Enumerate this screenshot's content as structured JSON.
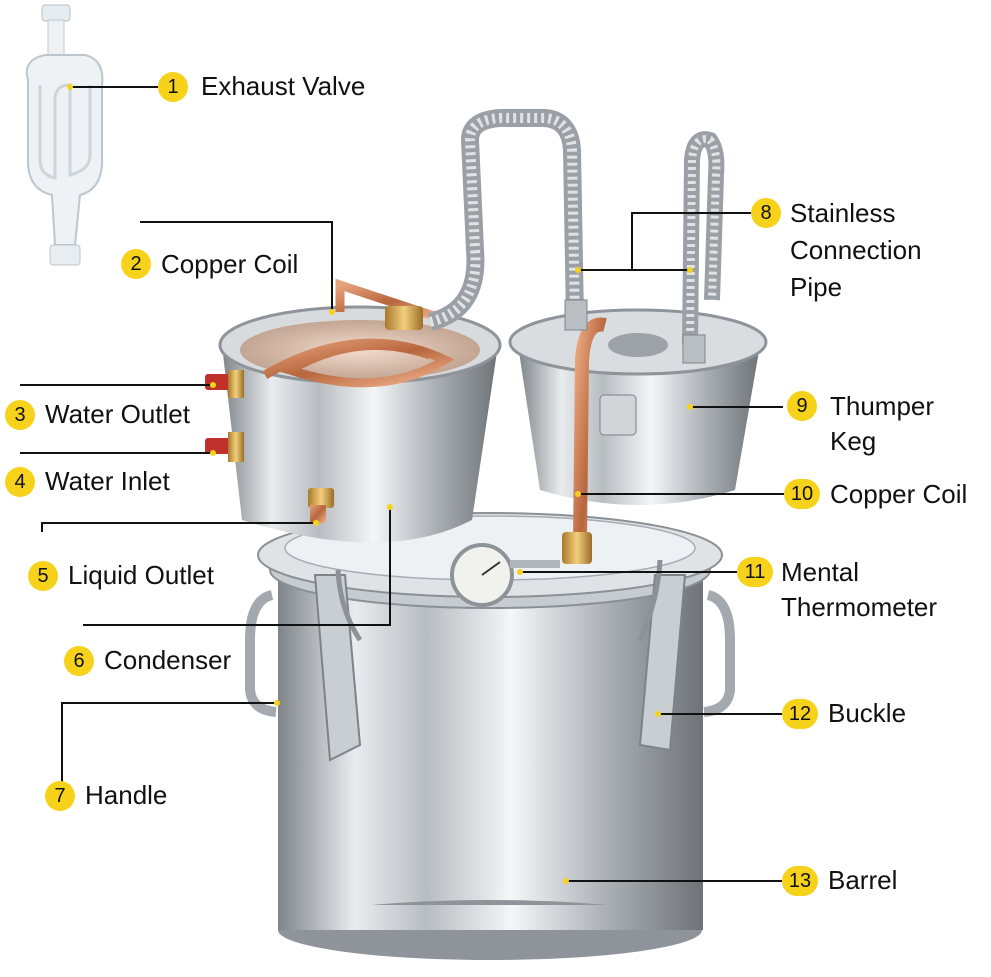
{
  "colors": {
    "badge": "#f7d21a",
    "leader": "#111111",
    "steel": "#c8ccd0",
    "copper": "#c8744a"
  },
  "parts": [
    {
      "num": "1",
      "lines": [
        "Exhaust Valve"
      ]
    },
    {
      "num": "2",
      "lines": [
        "Copper Coil"
      ]
    },
    {
      "num": "3",
      "lines": [
        "Water Outlet"
      ]
    },
    {
      "num": "4",
      "lines": [
        "Water Inlet"
      ]
    },
    {
      "num": "5",
      "lines": [
        "Liquid Outlet"
      ]
    },
    {
      "num": "6",
      "lines": [
        "Condenser"
      ]
    },
    {
      "num": "7",
      "lines": [
        "Handle"
      ]
    },
    {
      "num": "8",
      "lines": [
        "Stainless",
        "Connection",
        "Pipe"
      ]
    },
    {
      "num": "9",
      "lines": [
        "Thumper",
        "Keg"
      ]
    },
    {
      "num": "10",
      "lines": [
        "Copper Coil"
      ]
    },
    {
      "num": "11",
      "lines": [
        "Mental",
        "Thermometer"
      ]
    },
    {
      "num": "12",
      "lines": [
        "Buckle"
      ]
    },
    {
      "num": "13",
      "lines": [
        "Barrel"
      ]
    }
  ]
}
